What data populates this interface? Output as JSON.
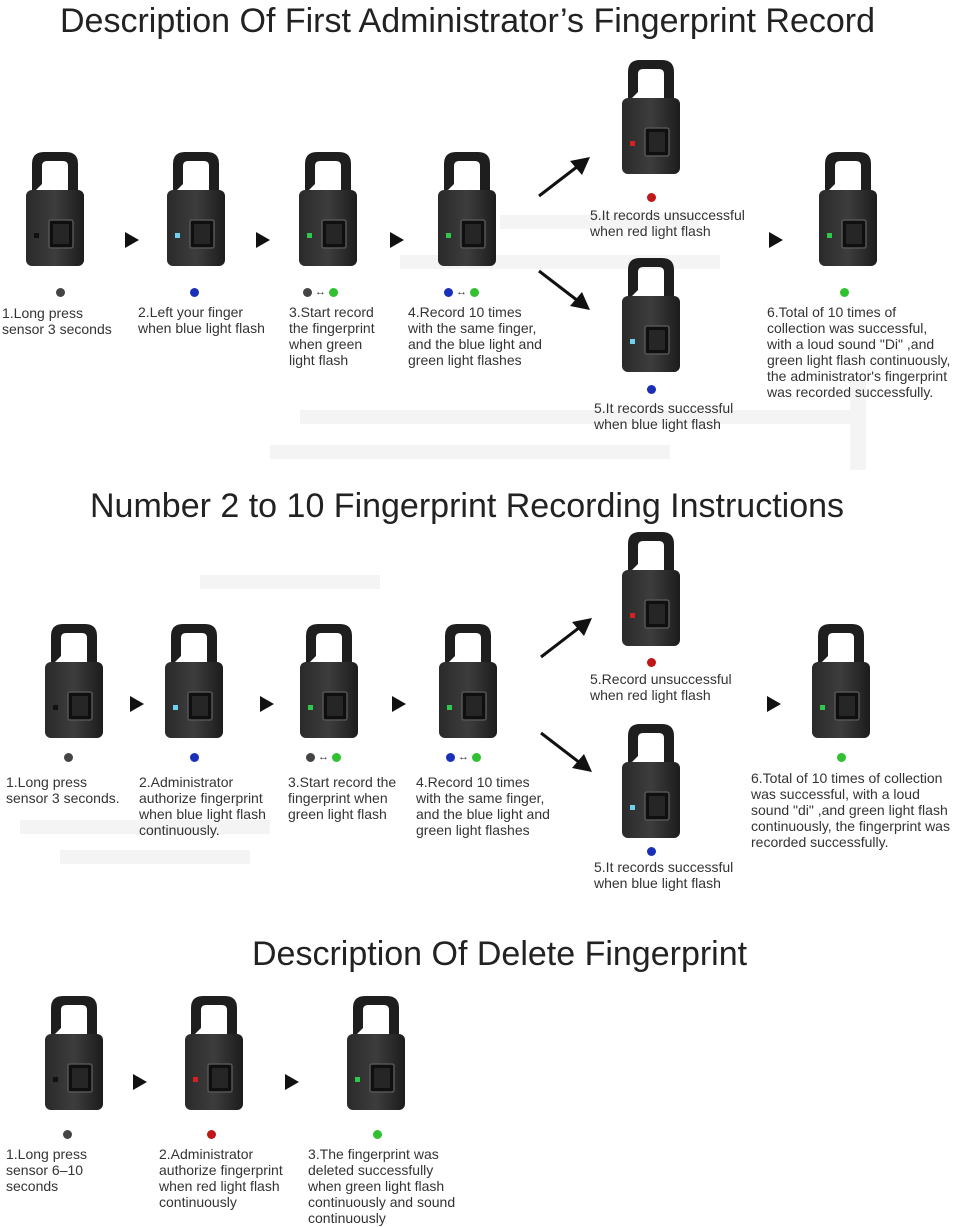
{
  "colors": {
    "led_black": "#111111",
    "led_blue": "#6fd0f0",
    "led_green": "#2ec84a",
    "led_red": "#d42020",
    "dot_gray": "#444444",
    "dot_blue": "#1a2fb8",
    "dot_green": "#30c030",
    "dot_red": "#c01818"
  },
  "sections": {
    "first_admin": {
      "title": "Description Of First Administrator’s Fingerprint Record",
      "steps": {
        "s1": "1.Long press\nsensor 3 seconds",
        "s2": "2.Left your finger\nwhen blue light flash",
        "s3": "3.Start record\nthe fingerprint\nwhen green\nlight flash",
        "s4": "4.Record 10 times\nwith the same finger,\nand the blue light and\ngreen light flashes",
        "s5_fail": "5.It records unsuccessful\nwhen red light flash",
        "s5_ok": "5.It records successful\nwhen blue light flash",
        "s6": "6.Total of 10 times of\ncollection was successful,\nwith a loud sound \"Di\" ,and\ngreen light flash continuously,\nthe administrator's fingerprint\nwas recorded successfully."
      }
    },
    "number_2_10": {
      "title": "Number 2 to 10 Fingerprint Recording Instructions",
      "steps": {
        "s1": "1.Long press\nsensor 3 seconds.",
        "s2": "2.Administrator\nauthorize fingerprint\nwhen blue light flash\ncontinuously.",
        "s3": "3.Start record the\nfingerprint when\ngreen light flash",
        "s4": "4.Record 10 times\nwith the same finger,\nand the blue light and\ngreen light flashes",
        "s5_fail": "5.Record unsuccessful\nwhen red light flash",
        "s5_ok": "5.It records successful\nwhen blue light flash",
        "s6": "6.Total of 10 times of collection\nwas successful, with a loud\nsound \"di\" ,and green light flash\ncontinuously, the fingerprint was\n recorded successfully."
      }
    },
    "delete": {
      "title": "Description Of Delete Fingerprint",
      "steps": {
        "s1": "1.Long press\nsensor 6–10\nseconds",
        "s2": "2.Administrator\nauthorize fingerprint\nwhen red light flash\ncontinuously",
        "s3": "3.The fingerprint was\ndeleted successfully\nwhen green light flash\ncontinuously and sound\ncontinuously"
      }
    }
  }
}
